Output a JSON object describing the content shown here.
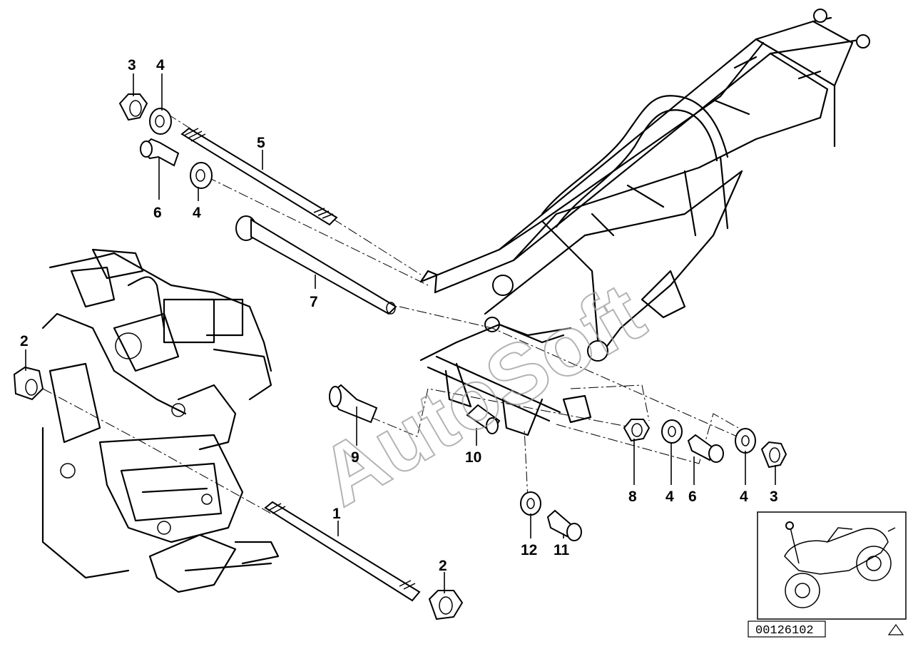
{
  "diagram": {
    "callouts": [
      "1",
      "2",
      "2",
      "3",
      "3",
      "4",
      "4",
      "4",
      "4",
      "5",
      "6",
      "6",
      "7",
      "8",
      "9",
      "10",
      "11",
      "12"
    ]
  },
  "watermark": "AutoSoft",
  "reference_number": "00126102",
  "corner_mark": "triangle-icon"
}
